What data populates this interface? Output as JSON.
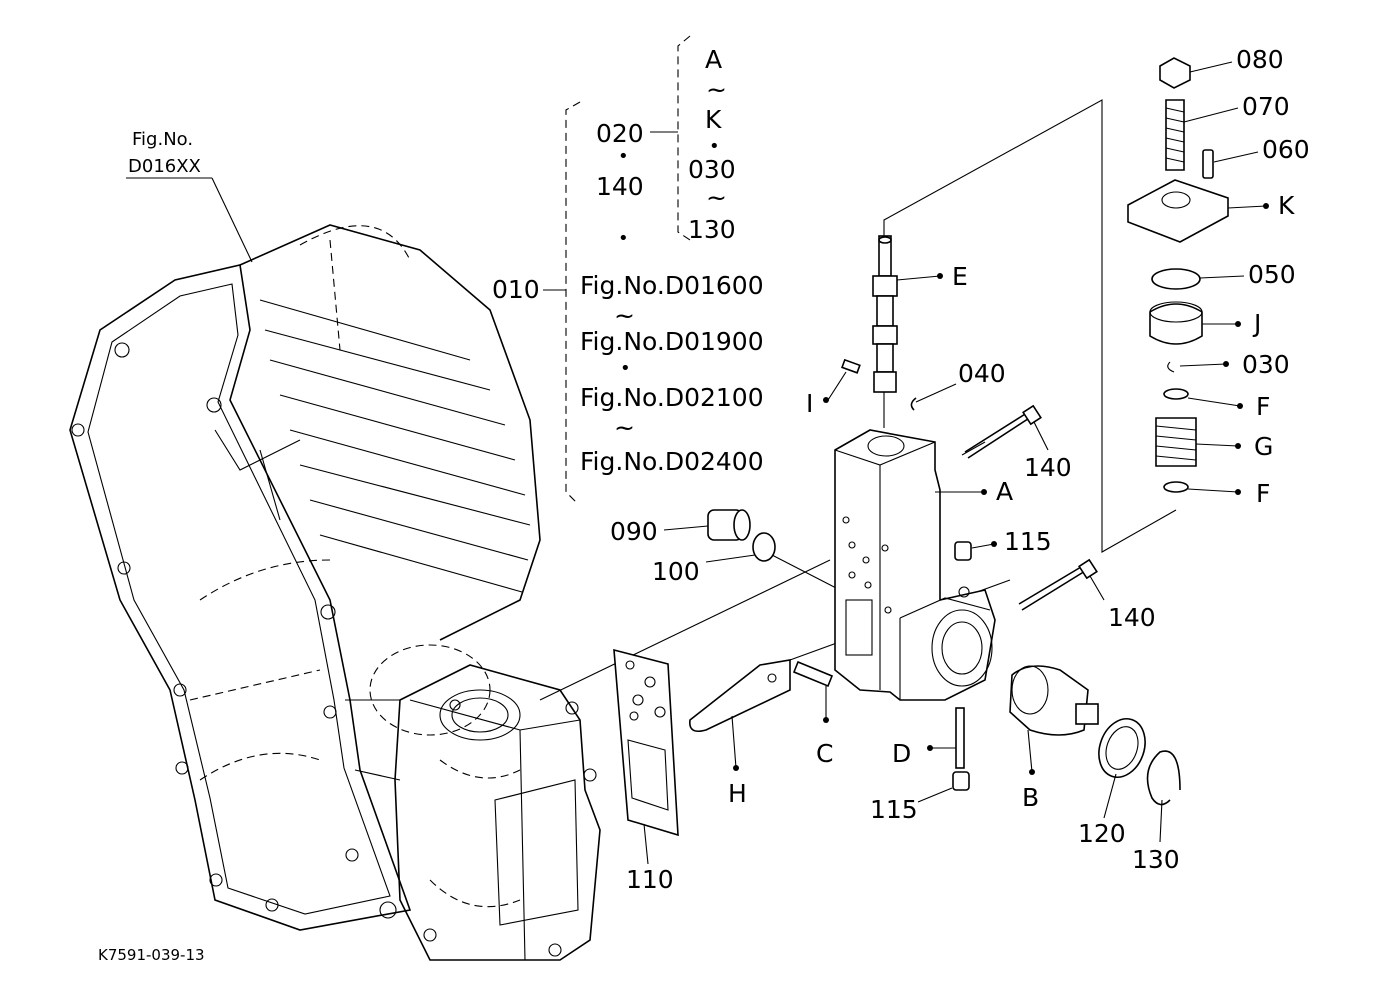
{
  "figure": {
    "ref_title": "Fig.No.",
    "ref_code": "D016XX",
    "footer_code": "K7591-039-13"
  },
  "kit": {
    "main_no": "010",
    "kit_no": "020",
    "kit_plus": "140",
    "range_a": "A",
    "range_k": "K",
    "range_030": "030",
    "range_130": "130",
    "tilde": "~",
    "dot": "•",
    "figs": [
      "Fig.No.D01600",
      "Fig.No.D01900",
      "Fig.No.D02100",
      "Fig.No.D02400"
    ]
  },
  "callouts": {
    "p080": "080",
    "p070": "070",
    "p060": "060",
    "pK": "K",
    "p050": "050",
    "pJ": "J",
    "p030": "030",
    "pF1": "F",
    "pG": "G",
    "pF2": "F",
    "pE": "E",
    "p040": "040",
    "pI": "I",
    "p140a": "140",
    "pA": "A",
    "p115a": "115",
    "p140b": "140",
    "p090": "090",
    "p100": "100",
    "pH": "H",
    "pC": "C",
    "pD": "D",
    "pB": "B",
    "p115b": "115",
    "p120": "120",
    "p130": "130",
    "p110": "110"
  }
}
